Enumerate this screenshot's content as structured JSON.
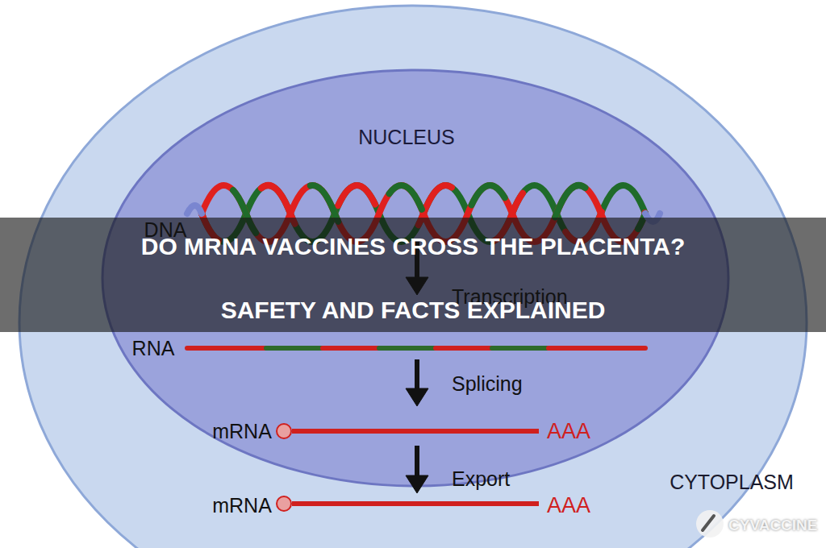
{
  "diagram": {
    "title": "DO MRNA VACCINES CROSS THE PLACENTA?",
    "nodes": [
      {
        "text": [
          "CYTOPLASM"
        ]
      },
      {
        "text": [
          "NUCLEUS"
        ],
        "in": 0
      }
    ],
    "labels": [
      "DNA",
      "Transcription",
      "RNA",
      "Splicing",
      "mRNA",
      "AAA",
      "Export",
      "mRNA",
      "AAA",
      "SAFETY AND FACTS EXPLAINED",
      "CYVACCINE"
    ]
  }
}
